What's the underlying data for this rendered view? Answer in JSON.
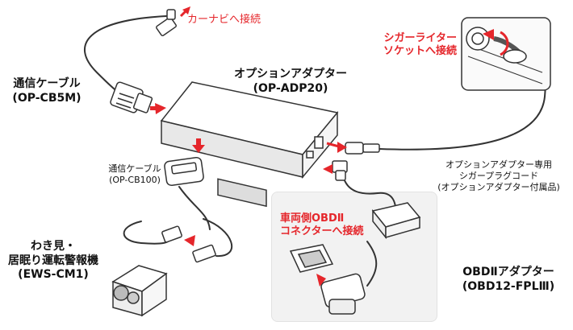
{
  "labels": {
    "carnavi": "カーナビへ接続",
    "cable_main_name": "通信ケーブル",
    "cable_main_model": "(OP-CB5M)",
    "adapter_name": "オプションアダプター",
    "adapter_model": "(OP-ADP20)",
    "cigar_line1": "シガーライター",
    "cigar_line2": "ソケットへ接続",
    "plug_line1": "オプションアダプター専用",
    "plug_line2": "シガープラグコード",
    "plug_line3": "(オプションアダプター付属品)",
    "cable_sub_name": "通信ケーブル",
    "cable_sub_model": "(OP-CB100)",
    "obd_connect_line1": "車両側OBDⅡ",
    "obd_connect_line2": "コネクターへ接続",
    "warn_line1": "わき見・",
    "warn_line2": "居眠り運転警報機",
    "warn_model": "(EWS-CM1)",
    "obd_adapter_name": "OBDⅡアダプター",
    "obd_adapter_model": "(OBD12-FPLⅢ)"
  },
  "colors": {
    "accent_red": "#e5262b",
    "text": "#111111",
    "panel_bg": "#f2f2f2",
    "line": "#333333"
  }
}
